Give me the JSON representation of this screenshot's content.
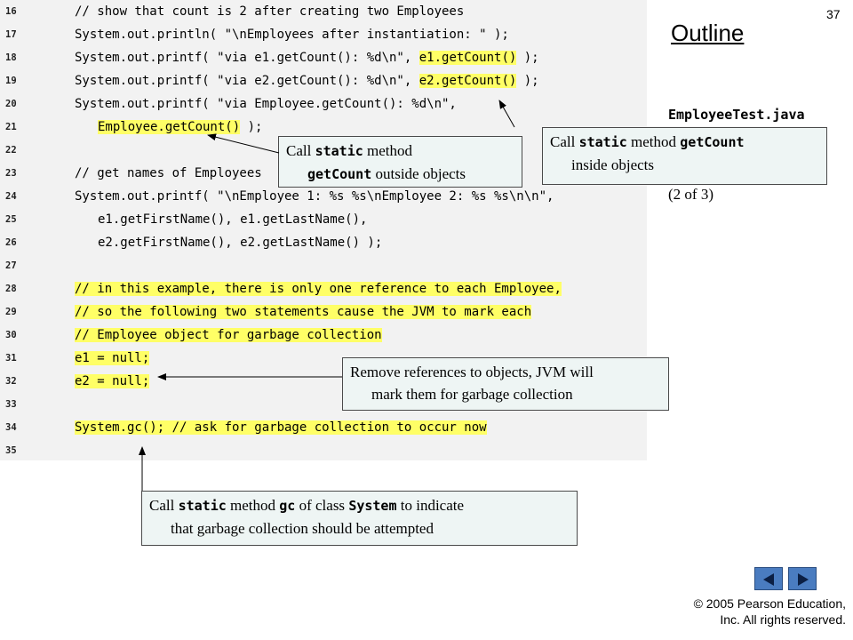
{
  "slide_number": "37",
  "outline_title": "Outline",
  "file_name": "EmployeeTest.java",
  "page_indicator": "(2 of  3)",
  "code_lines": [
    {
      "number": "16",
      "text": "// show that count is 2 after creating two Employees"
    },
    {
      "number": "17",
      "text": "System.out.println( \"\\nEmployees after instantiation: \" );"
    },
    {
      "number": "18",
      "pre": "System.out.printf( \"via e1.getCount(): %d\\n\", ",
      "hl": "e1.getCount()",
      "post": " );"
    },
    {
      "number": "19",
      "pre": "System.out.printf( \"via e2.getCount(): %d\\n\", ",
      "hl": "e2.getCount()",
      "post": " );"
    },
    {
      "number": "20",
      "text": "System.out.printf( \"via Employee.getCount(): %d\\n\","
    },
    {
      "number": "21",
      "pre": "",
      "hl": "Employee.getCount()",
      "post": " );"
    },
    {
      "number": "22",
      "text": ""
    },
    {
      "number": "23",
      "text": "// get names of Employees"
    },
    {
      "number": "24",
      "text": "System.out.printf( \"\\nEmployee 1: %s %s\\nEmployee 2: %s %s\\n\\n\","
    },
    {
      "number": "25",
      "text": "e1.getFirstName(), e1.getLastName(),"
    },
    {
      "number": "26",
      "text": "e2.getFirstName(), e2.getLastName() );"
    },
    {
      "number": "27",
      "text": ""
    },
    {
      "number": "28",
      "pre": "",
      "hl": "// in this example, there is only one reference to each Employee,",
      "post": ""
    },
    {
      "number": "29",
      "pre": "",
      "hl": "// so the following two statements cause the JVM to mark each",
      "post": ""
    },
    {
      "number": "30",
      "pre": "",
      "hl": "// Employee object for garbage collection",
      "post": ""
    },
    {
      "number": "31",
      "pre": "",
      "hl": "e1 = null;",
      "post": ""
    },
    {
      "number": "32",
      "pre": "",
      "hl": "e2 = null;",
      "post": ""
    },
    {
      "number": "33",
      "text": ""
    },
    {
      "number": "34",
      "pre": "",
      "hl": "System.gc(); // ask for garbage collection to occur now",
      "post": ""
    },
    {
      "number": "35",
      "text": ""
    }
  ],
  "callouts": {
    "getcount_outside": {
      "p1": "Call ",
      "m1": "static",
      "p2": " method",
      "m2": "getCount",
      "p3": " outside objects"
    },
    "getcount_inside": {
      "p1": "Call ",
      "m1": "static",
      "p2": " method ",
      "m2": "getCount",
      "p3": "inside objects"
    },
    "remove_refs": {
      "line1": "Remove references to objects, JVM will",
      "line2": "mark them for garbage collection"
    },
    "gc": {
      "p1": "Call ",
      "m1": "static",
      "p2": " method ",
      "m2": "gc",
      "p3": " of class ",
      "m3": "System",
      "p4": " to indicate",
      "line2": "that garbage collection should be attempted"
    }
  },
  "nav": {
    "prev": "previous-slide",
    "next": "next-slide"
  },
  "copyright": {
    "line1": "© 2005 Pearson Education,",
    "line2": "Inc.  All rights reserved."
  },
  "colors": {
    "highlight": "#ffff66",
    "code_bg": "#f2f2f2",
    "callout_bg": "#eef5f4",
    "nav_button": "#4a7cc0"
  }
}
